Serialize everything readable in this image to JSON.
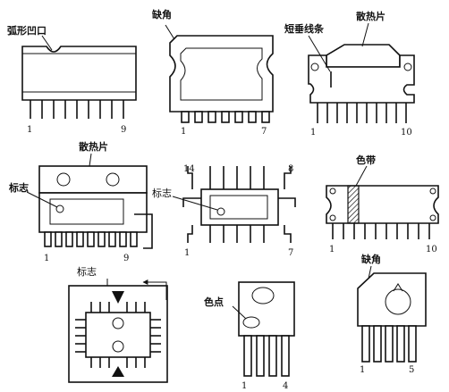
{
  "labels": {
    "arc_notch": "弧形凹口",
    "corner_cut_1": "缺角",
    "short_vertical_line": "短垂线条",
    "heat_sink_1": "散热片",
    "heat_sink_2": "散热片",
    "mark_1": "标志",
    "mark_2": "标志",
    "color_band": "色带",
    "mark_3": "标志",
    "color_dot": "色点",
    "corner_cut_2": "缺角"
  },
  "pins": {
    "p1_first": "1",
    "p1_last": "9",
    "p2_first": "1",
    "p2_last": "7",
    "p3_first": "1",
    "p3_last": "10",
    "p4_first": "1",
    "p4_last": "9",
    "p5_top_left": "14",
    "p5_top_right": "8",
    "p5_bottom_left": "1",
    "p5_bottom_right": "7",
    "p6_first": "1",
    "p6_last": "10",
    "p8_first": "1",
    "p8_last": "4",
    "p9_first": "1",
    "p9_last": "5"
  }
}
